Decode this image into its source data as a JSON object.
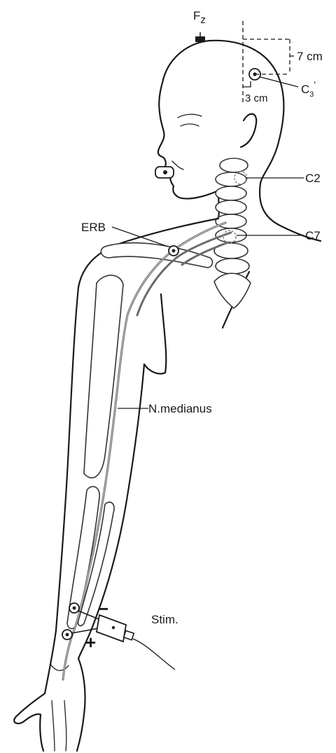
{
  "labels": {
    "fz": "F",
    "fz_sub": "z",
    "dist_7": "7 cm",
    "dist_3": "3 cm",
    "c3": "C",
    "c3_sub": "3",
    "c3_prime": "'",
    "c2": "C2",
    "erb": "ERB",
    "c7": "C7",
    "nerve": "N.medianus",
    "stim": "Stim.",
    "minus": "−",
    "plus": "+"
  }
}
